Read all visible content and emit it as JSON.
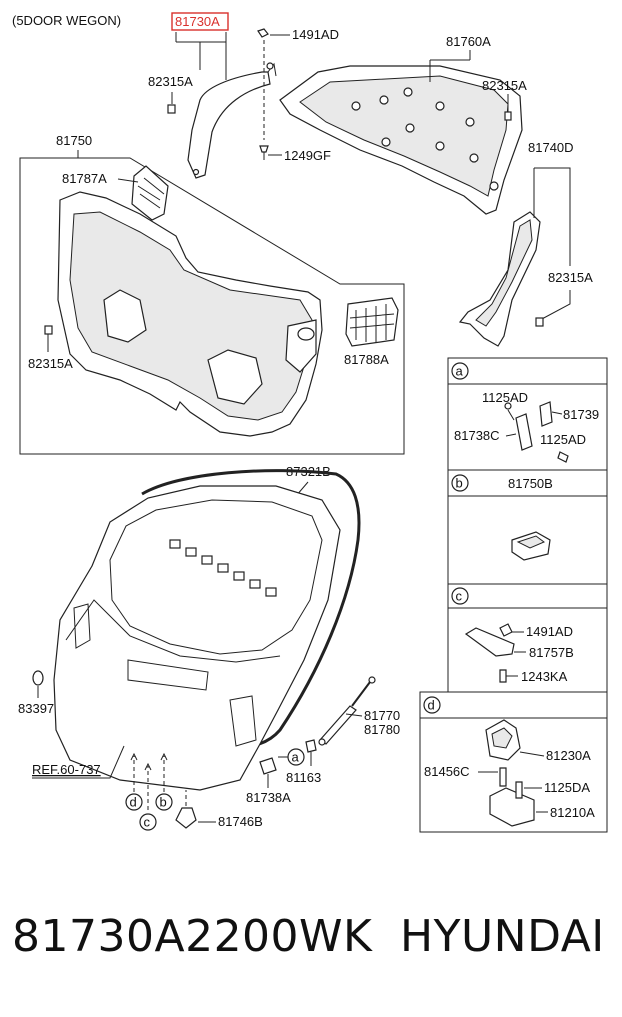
{
  "header_note": "(5DOOR WEGON)",
  "highlight_color": "#d9302c",
  "callouts": {
    "highlight": "81730A",
    "c_1491AD_top": "1491AD",
    "c_82315A_left": "82315A",
    "c_1249GF": "1249GF",
    "c_81760A": "81760A",
    "c_82315A_right_top": "82315A",
    "c_81740D": "81740D",
    "c_82315A_right_mid": "82315A",
    "c_81750": "81750",
    "c_81787A": "81787A",
    "c_82315A_bottom_left": "82315A",
    "c_81788A": "81788A",
    "c_87321B": "87321B",
    "c_83397": "83397",
    "c_ref": "REF.60-737",
    "c_81770": "81770",
    "c_81780": "81780",
    "c_81163": "81163",
    "c_81738A": "81738A",
    "c_81746B": "81746B"
  },
  "circle_letters": {
    "a": "a",
    "b": "b",
    "c": "c",
    "d": "d"
  },
  "panels": {
    "a": {
      "letter": "a",
      "labels": [
        "1125AD",
        "81739",
        "81738C",
        "1125AD"
      ]
    },
    "b": {
      "letter": "b",
      "labels": [
        "81750B"
      ]
    },
    "c": {
      "letter": "c",
      "labels": [
        "1491AD",
        "81757B",
        "1243KA"
      ]
    },
    "d": {
      "letter": "d",
      "labels": [
        "81230A",
        "81456C",
        "1125DA",
        "81210A"
      ]
    }
  },
  "footer": {
    "part_number": "81730A2200WK",
    "brand": "HYUNDAI"
  }
}
